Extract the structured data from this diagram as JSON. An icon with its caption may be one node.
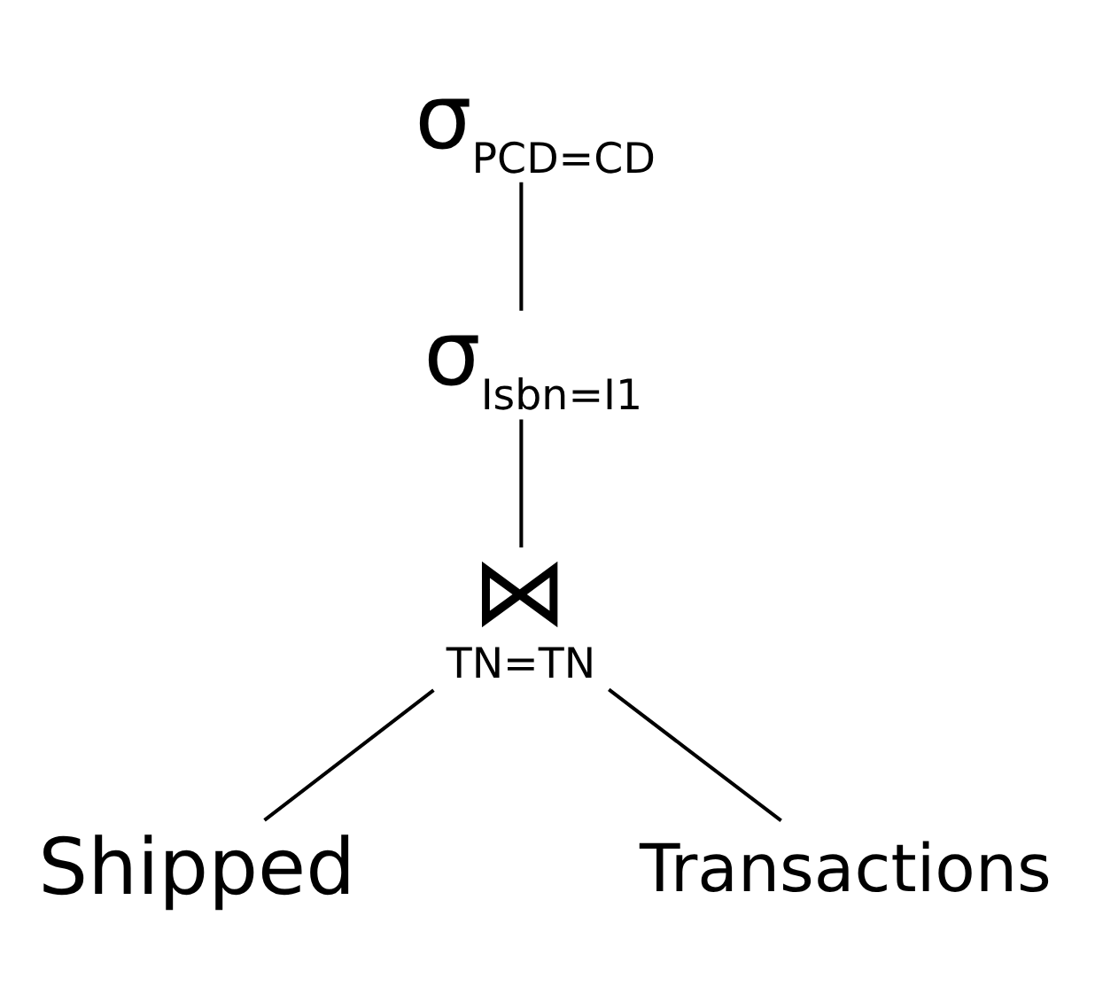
{
  "diagram": {
    "nodes": [
      {
        "text": [
          "σ$_{PCD=CD}$"
        ]
      },
      {
        "text": [
          "σ$_{Isbn=I1}$"
        ]
      },
      {
        "text": [
          "⋈",
          "TN=TN"
        ]
      },
      {
        "text": [
          "Shipped"
        ]
      },
      {
        "text": [
          "Transactions"
        ]
      }
    ],
    "edges": [
      {
        "from": 0,
        "to": 1,
        "arrow": "none"
      },
      {
        "from": 1,
        "to": 2,
        "arrow": "none"
      },
      {
        "from": 2,
        "to": 3,
        "arrow": "none"
      },
      {
        "from": 2,
        "to": 4,
        "arrow": "none"
      }
    ]
  }
}
